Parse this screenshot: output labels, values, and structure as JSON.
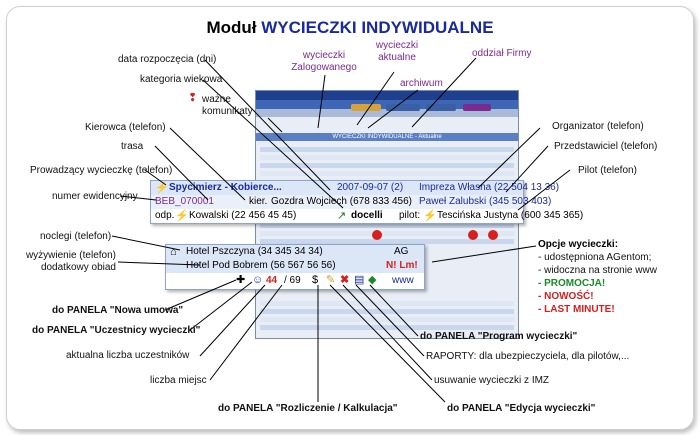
{
  "title": {
    "prefix": "Moduł ",
    "accent": "WYCIECZKI INDYWIDUALNE"
  },
  "labels": {
    "start_date": "data rozpoczęcia (dni)",
    "age_category": "kategoria wiekowa",
    "important_comms": "ważne\nkomunikaty",
    "driver": "Kierowca (telefon)",
    "route": "trasa",
    "leader": "Prowadzący wycieczkę (telefon)",
    "record_no": "numer ewidencyjny",
    "logged_trips": "wycieczki\nZalogowanego",
    "current_trips": "wycieczki\naktualne",
    "archive": "archiwum",
    "branch": "oddział Firmy",
    "organizer": "Organizator (telefon)",
    "representative": "Przedstawiciel (telefon)",
    "pilot": "Pilot (telefon)",
    "lodging": "noclegi (telefon)",
    "meal": "wyżywienie (telefon)\ndodatkowy obiad",
    "new_contract": "do PANELA \"Nowa umowa\"",
    "participants_panel": "do PANELA \"Uczestnicy wycieczki\"",
    "current_count": "aktualna liczba uczestników",
    "seats": "liczba miejsc",
    "settlement_panel": "do PANELA \"Rozliczenie / Kalkulacja\"",
    "program_panel": "do PANELA \"Program wycieczki\"",
    "reports": "RAPORTY: dla ubezpieczyciela, dla pilotów,...",
    "delete_trip": "usuwanie wycieczki z IMZ",
    "edit_panel": "do PANELA \"Edycja wycieczki\""
  },
  "options": {
    "header": "Opcje wycieczki:",
    "items": [
      {
        "text": "- udostępniona AGentom;",
        "color": "#111111"
      },
      {
        "text": "- widoczna na stronie www",
        "color": "#111111"
      },
      {
        "text": "- PROMOCJA!",
        "color": "#1a8a2a"
      },
      {
        "text": "- NOWOŚĆ!",
        "color": "#d6201e"
      },
      {
        "text": "- LAST MINUTE!",
        "color": "#d6201e"
      }
    ]
  },
  "trip": {
    "name": "Spycimierz - Kobierce...",
    "date": "2007-09-07 (2)",
    "org": "Impreza Własna (22 504 13 36)",
    "record": "BEB_070001",
    "kier_label": "kier.",
    "driver": "Gozdra Wojciech (678 833 456)",
    "rep": "Paweł Zalubski (345 503 403)",
    "odp_label": "odp.",
    "leader": "Kowalski (22 456 45 45)",
    "route_badge": "docelli",
    "pilot_label": "pilot:",
    "pilot": "Tescińska Justyna (600 345 365)"
  },
  "hotels": {
    "hotel1": "Hotel Pszczyna (34 345 34 34)",
    "hotel2": "Hotel Pod Bobrem (56 567 56 56)",
    "ag": "AG",
    "badges": "N! Lm!",
    "count": "44",
    "seats": "/ 69",
    "www": "www"
  },
  "shot": {
    "title": "WYCIECZKI INDYWIDUALNE - Aktualne"
  },
  "colors": {
    "accent": "#1a2a9c",
    "purple": "#7b2a8f",
    "red": "#d6201e",
    "blue_bg": "#dbe6f7"
  }
}
